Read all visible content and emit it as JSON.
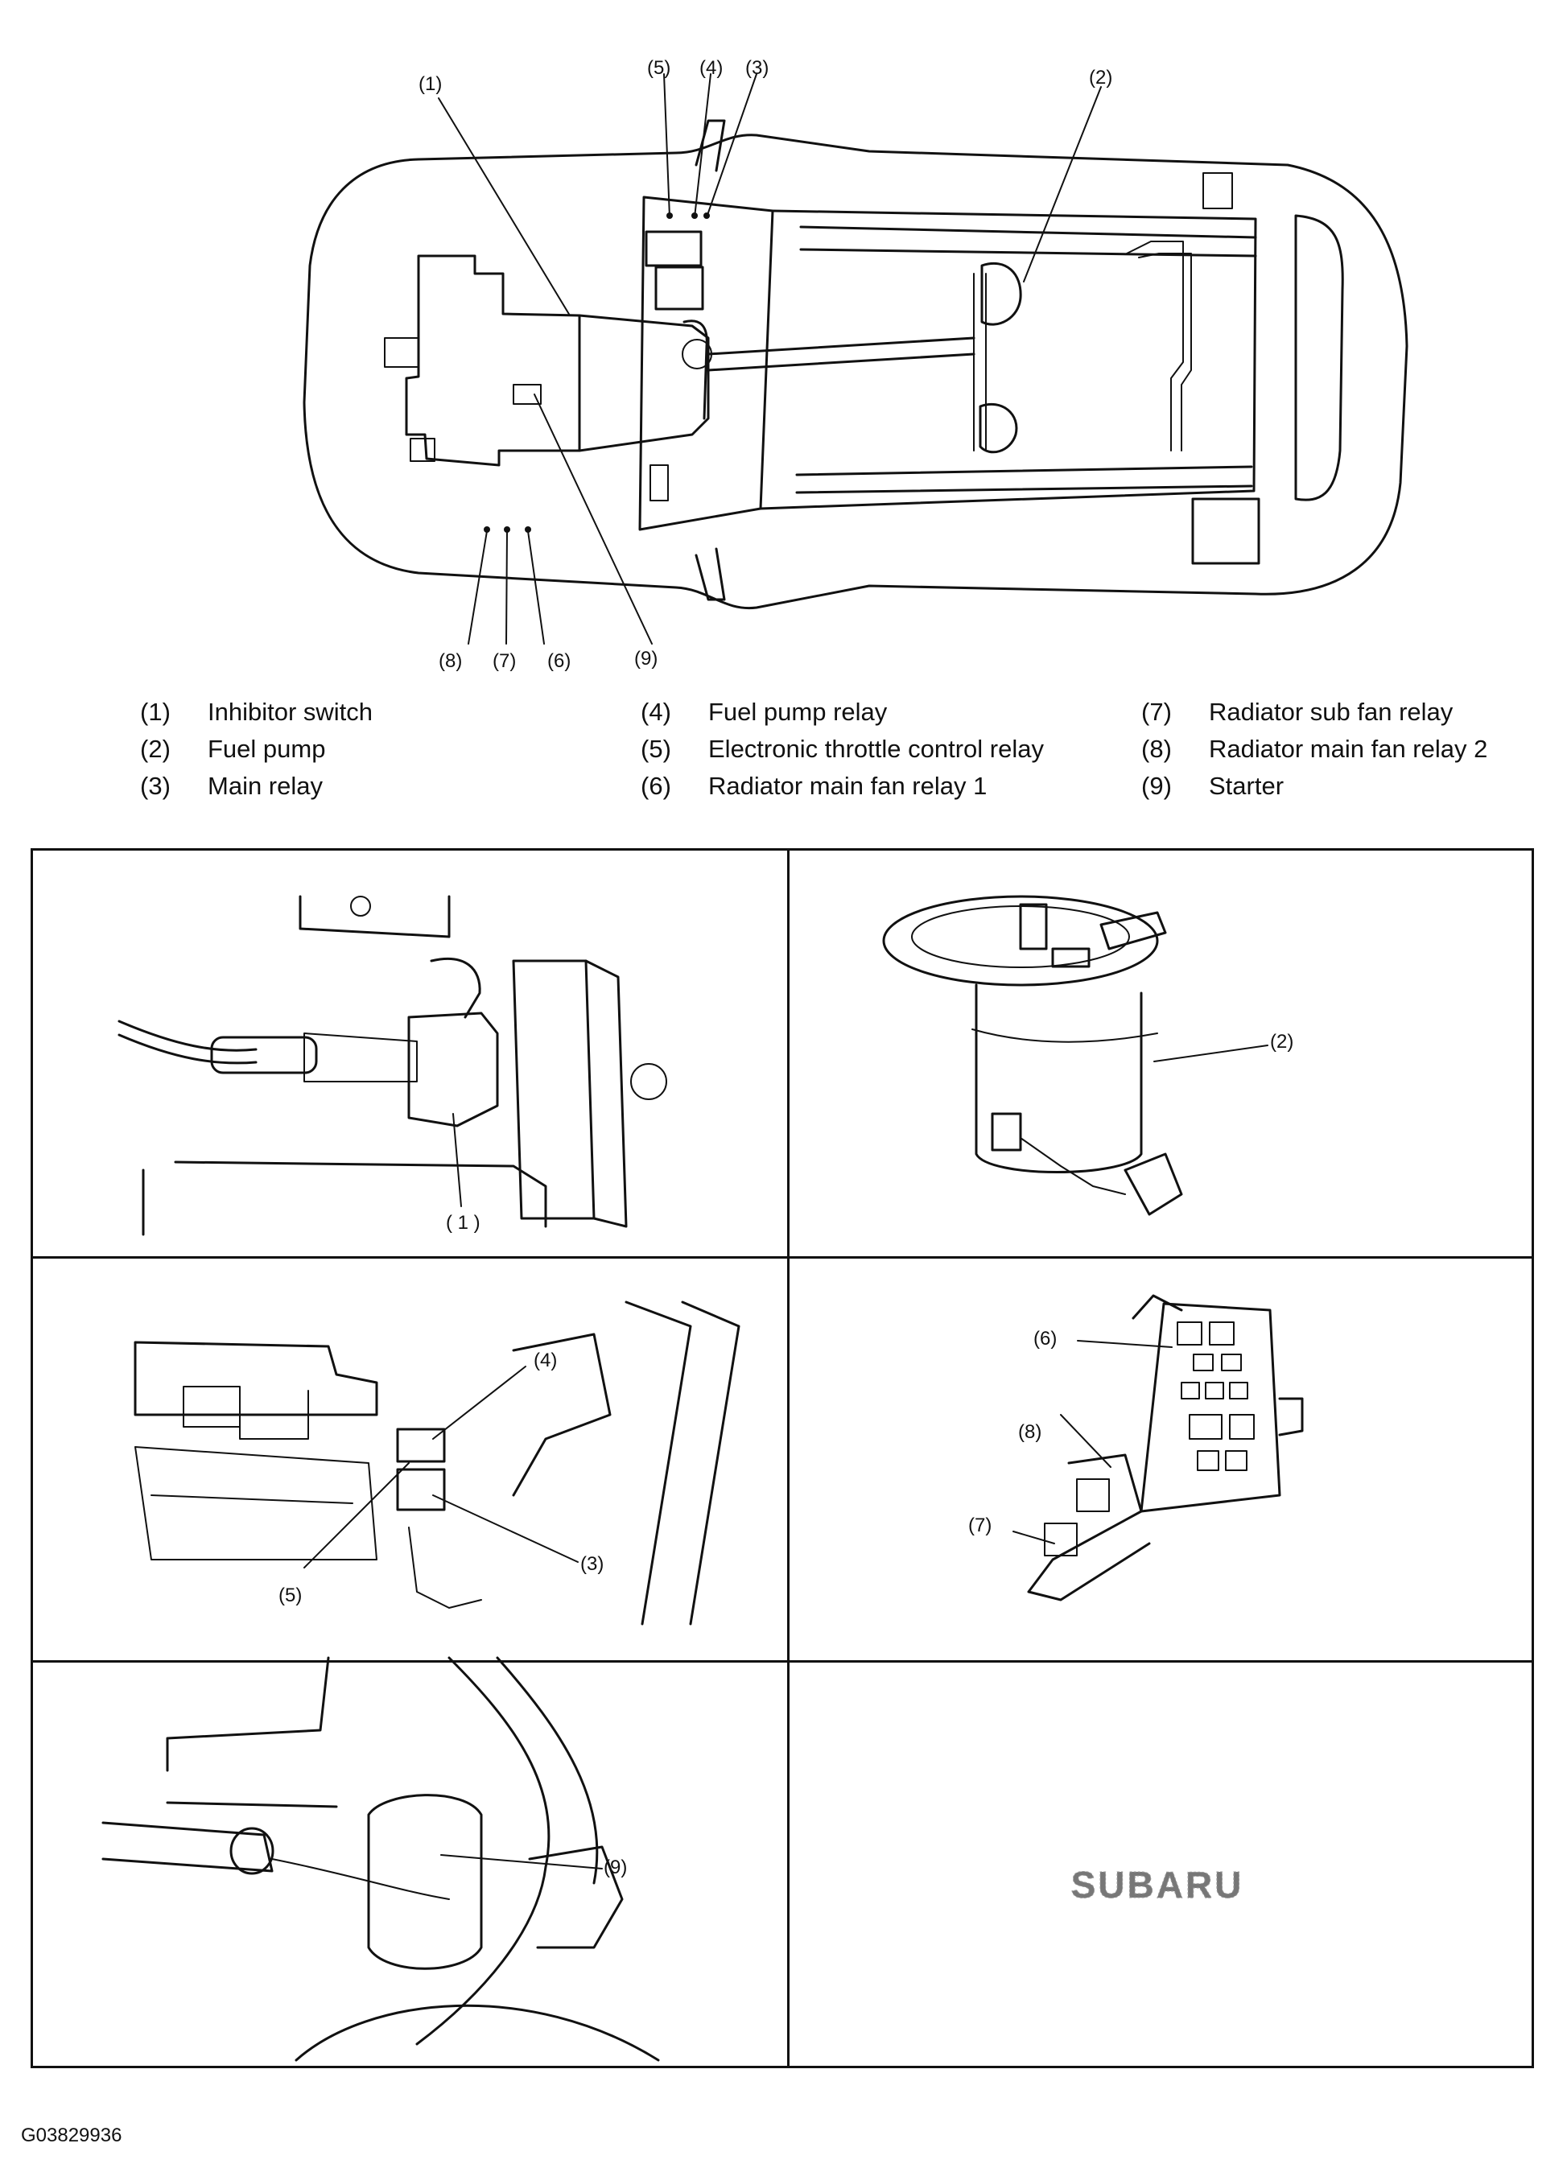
{
  "callouts": {
    "c1": "(1)",
    "c2": "(2)",
    "c3": "(3)",
    "c4": "(4)",
    "c5": "(5)",
    "c6": "(6)",
    "c7": "(7)",
    "c8": "(8)",
    "c9": "(9)"
  },
  "legend": [
    {
      "num": "(1)",
      "label": "Inhibitor switch"
    },
    {
      "num": "(2)",
      "label": "Fuel pump"
    },
    {
      "num": "(3)",
      "label": "Main relay"
    },
    {
      "num": "(4)",
      "label": "Fuel pump relay"
    },
    {
      "num": "(5)",
      "label": "Electronic throttle control relay"
    },
    {
      "num": "(6)",
      "label": "Radiator main fan relay 1"
    },
    {
      "num": "(7)",
      "label": "Radiator sub fan relay"
    },
    {
      "num": "(8)",
      "label": "Radiator main fan relay 2"
    },
    {
      "num": "(9)",
      "label": "Starter"
    }
  ],
  "panels": {
    "inhibitor_label": "( 1 )",
    "fuel_pump_label": "(2)",
    "relay_labels": {
      "four": "(4)",
      "three": "(3)",
      "five": "(5)"
    },
    "fuse_box_labels": {
      "six": "(6)",
      "eight": "(8)",
      "seven": "(7)"
    },
    "starter_label": "(9)",
    "logo_text": "SUBARU"
  },
  "figure_id": "G03829936"
}
